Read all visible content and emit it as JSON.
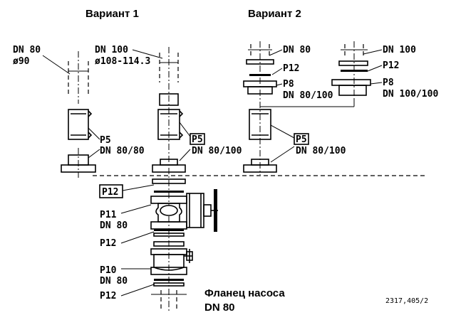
{
  "headers": {
    "variant1": "Вариант 1",
    "variant2": "Вариант 2"
  },
  "labels": {
    "v1_left_dn": "DN 80",
    "v1_left_dia": "ø90",
    "v1_mid_dn": "DN 100",
    "v1_mid_dia": "ø108-114.3",
    "v1_p5": "P5",
    "v1_p5_dn": "DN 80/80",
    "v1_mid_p5": "P5",
    "v1_mid_p5_dn": "DN 80/100",
    "v2_left_dn": "DN 80",
    "v2_p12": "P12",
    "v2_p8": "P8",
    "v2_p8_dn": "DN 80/100",
    "v2_right_dn": "DN 100",
    "v2_right_p12": "P12",
    "v2_right_p8": "P8",
    "v2_right_p8_dn": "DN 100/100",
    "v2_p5": "P5",
    "v2_p5_dn": "DN 80/100",
    "p12_box": "P12",
    "p11": "P11",
    "p11_dn": "DN 80",
    "p12_mid": "P12",
    "p10": "P10",
    "p10_dn": "DN 80",
    "p12_bottom": "P12",
    "pump_flange": "Фланец насоса",
    "pump_flange_dn": "DN 80",
    "drawing_code": "2317,405/2"
  }
}
